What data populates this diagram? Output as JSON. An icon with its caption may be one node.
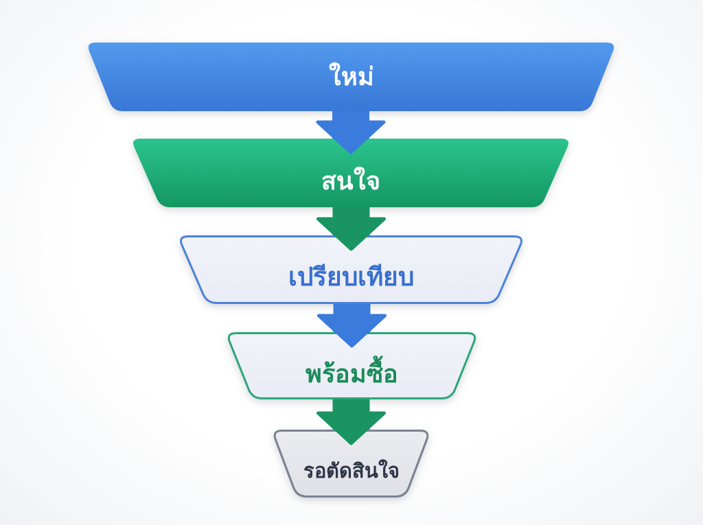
{
  "diagram": {
    "nodes": [
      {
        "text": [
          "ใหม่"
        ]
      },
      {
        "text": [
          "สนใจ"
        ]
      },
      {
        "text": [
          "เปรียบเทียบ"
        ]
      },
      {
        "text": [
          "พร้อมซื้อ"
        ]
      },
      {
        "text": [
          "รอตัดสินใจ"
        ]
      }
    ],
    "edges": [
      {
        "from": 0,
        "to": 1,
        "arrow": "to",
        "color": "#3a7bdc"
      },
      {
        "from": 1,
        "to": 2,
        "arrow": "to",
        "color": "#1b9463"
      },
      {
        "from": 2,
        "to": 3,
        "arrow": "to",
        "color": "#3a7bdc"
      },
      {
        "from": 3,
        "to": 4,
        "arrow": "to",
        "color": "#1b9463"
      }
    ]
  }
}
